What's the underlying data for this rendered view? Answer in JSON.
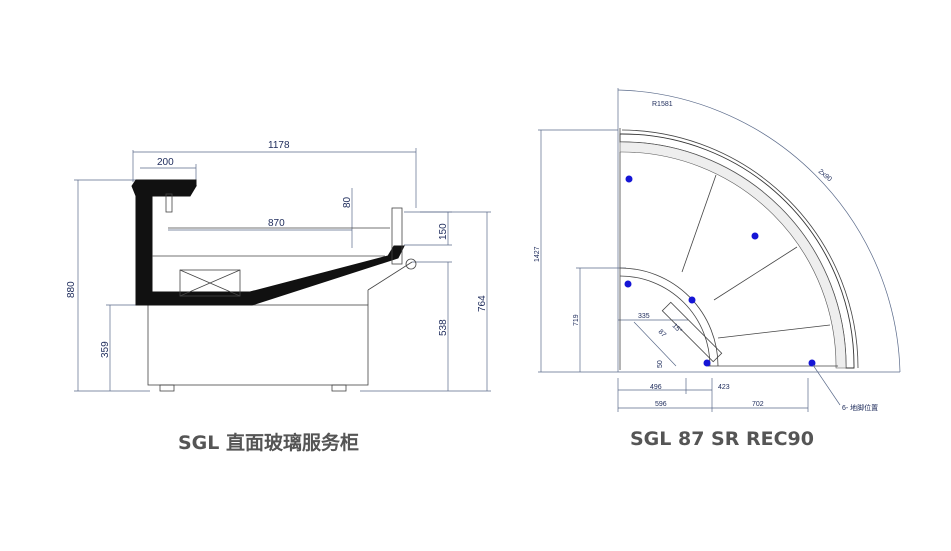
{
  "left_drawing": {
    "caption": "SGL 直面玻璃服务柜",
    "dims": {
      "width_total": "1178",
      "top_depth": "200",
      "shelf_depth": "870",
      "glass_gap": "80",
      "rear_height": "150",
      "height_total": "880",
      "base_height": "359",
      "counter_height": "538",
      "rear_total": "764"
    }
  },
  "right_drawing": {
    "caption": "SGL 87 SR REC90",
    "dims": {
      "radius_outer": "R1581",
      "height_total": "1427",
      "inner_height": "719",
      "inner_width": "335",
      "inner_small": "87",
      "inner_angle": "15°",
      "inner_offset": "50",
      "base_496": "496",
      "base_423": "423",
      "base_596": "596",
      "base_702": "702",
      "angle_label": "2x90",
      "feet_note": "6- 地脚位置"
    }
  }
}
